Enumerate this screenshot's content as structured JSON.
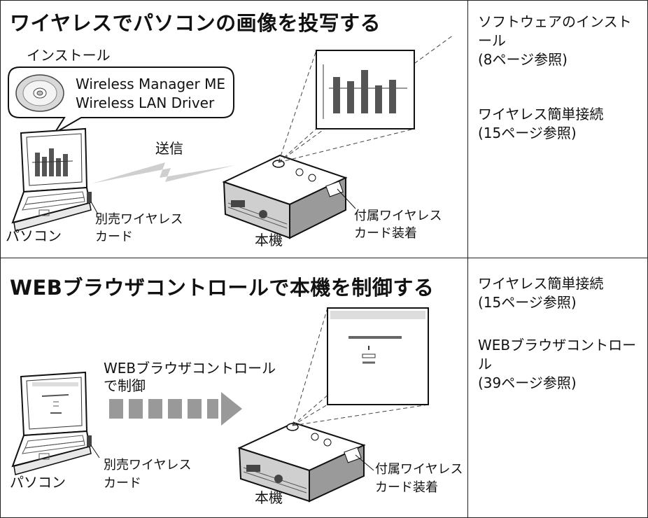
{
  "section1": {
    "title": "ワイヤレスでパソコンの画像を投写する",
    "install_label": "インストール",
    "callout_line1": "Wireless Manager ME",
    "callout_line2": "Wireless LAN Driver",
    "send_label": "送信",
    "pc_label": "パソコン",
    "card_label_1": "別売ワイヤレス",
    "card_label_2": "カード",
    "projector_label": "本機",
    "attached_label_1": "付属ワイヤレス",
    "attached_label_2": "カード装着",
    "refs": [
      {
        "text": "ソフトウェアのインストール\n(8ページ参照)"
      },
      {
        "text": "ワイヤレス簡単接続\n(15ページ参照)"
      }
    ]
  },
  "section2": {
    "title": "WEBブラウザコントロールで本機を制御する",
    "control_label_1": "WEBブラウザコントロール",
    "control_label_2": "で制御",
    "pc_label": "パソコン",
    "card_label_1": "別売ワイヤレス",
    "card_label_2": "カード",
    "projector_label": "本機",
    "attached_label_1": "付属ワイヤレス",
    "attached_label_2": "カード装着",
    "refs": [
      {
        "text": "ワイヤレス簡単接続\n(15ページ参照)"
      },
      {
        "text": "WEBブラウザコントロール\n(39ページ参照)"
      }
    ]
  }
}
